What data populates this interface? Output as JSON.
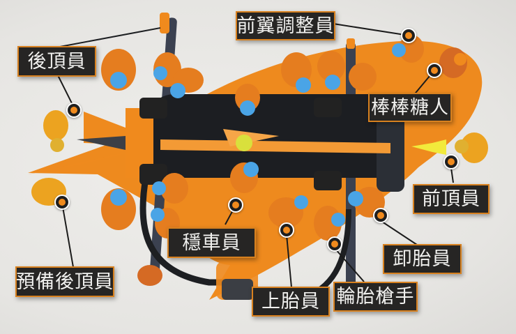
{
  "diagram": {
    "subject": "F1 pit stop crew roles (top-down view of McLaren car)",
    "accent_color": "#f08a1d",
    "label_bg": "#262524",
    "label_border": "#d8811f",
    "labels": [
      {
        "id": "rear-jack",
        "text": "後頂員"
      },
      {
        "id": "front-wing-adjuster",
        "text": "前翼調整員"
      },
      {
        "id": "lollipop-man",
        "text": "棒棒糖人"
      },
      {
        "id": "front-jack",
        "text": "前頂員"
      },
      {
        "id": "spare-rear-jack",
        "text": "預備後頂員"
      },
      {
        "id": "stabilizer",
        "text": "穩車員"
      },
      {
        "id": "tyre-off",
        "text": "卸胎員"
      },
      {
        "id": "tyre-on",
        "text": "上胎員"
      },
      {
        "id": "wheel-gunner",
        "text": "輪胎槍手"
      }
    ]
  }
}
